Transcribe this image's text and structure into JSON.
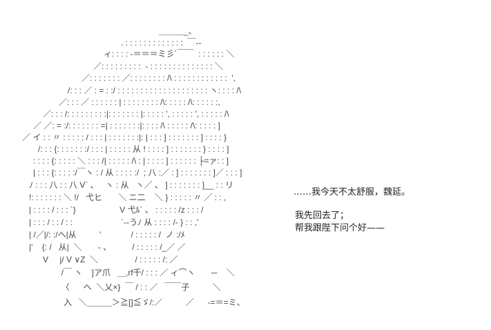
{
  "ascii_art": {
    "lines": [
      "＿＿＿_、",
      ". : : : : : : : : : : : : :  ￣‐‐",
      "ィ: : : : -＝＝＝ミ彡´￣￣  : : : : : : ＼",
      "／: : : : : : : : :  ‐ : : : : : : : : : : : : : : ＼",
      "／: : : : : : : ／: : : : : : : : /\\ : : : : : : : : : : : :  ',",
      "/: : : ／ : = : :/ : : : : : : : : : : : : : : : : : : : : ヽ: : : : /\\",
      "／: : : ／ : : : : : : | : : : : : : : : /\\: : : : : /\\: : : : : :,",
      "／: : : /: : : : : : : : :|: : : : : : : |: : : : : ', : : : : : ', : : : : : /\\",
      "／ ／: = :/: : : : : : : =| : : : : : : :|: : : : /\\ : : : : : /\\: : : : : ]",
      "／ イ : : 〃 : : : : : / : : : | : : : : : : :|: | : : : ] : : : : : : : ] : : : : }",
      "/: : : {: : : : : : :/ : : : | : : : : : 从 ! : : : : ] : : : : : : : } : : : : ]",
      ": : : : {: : : : : ＼ : : : /| : : : : : /\\ : | : : : : ] : : : : : : ├=ァ: : ]",
      "| : : : {: : : : :/￣ヽ : / 从 : : : : :/  ; 八 :／ : ] : : : : : : : ]／ : : : ]",
      "ﾉ : : : 八 : : 八 V` 、   ヽ : 从   ヽ／ 、 ] : : : : : : : ]__ : : リ",
      "!: : : : : : : ＼ !/   弋ヒ       ＼ ニ二    ＼ } : : : : : 〃 ／ : : ,",
      "| : : : : / : : : `}                   V 弋ﾙ` 、 : : : : : /z : : : /",
      "| : : : / : : / : :                     `‐‐うﾉ 从 : : : : /‐ } : : ,'",
      "| /／|/: :/ヘ|从          '             / : : : : : /  ノ :/ﾒ",
      "|'    {: /   从|  ＼       ‐ 、         / : : : : : /_／ ／",
      "      V     j/ V ∨Z  ＼                / : : : : : /: ／",
      "              /￣ ヽ    ]ア爪   ＿,rf千/ : : : ／ ィ⌒ヽ       ─    ＼",
      "              〈      ヘ  ＼乂×}  ￣ / : : ／   ￣￣子          ＼",
      "               入   ＼＿＿＿＞≧[]≦ゞ/:／          ／      -=＝=ミ、"
    ]
  },
  "dialogue": {
    "line1": "……我今天不太舒服，魏延。",
    "line2": "我先回去了；",
    "line3": "帮我跟陛下问个好——"
  }
}
